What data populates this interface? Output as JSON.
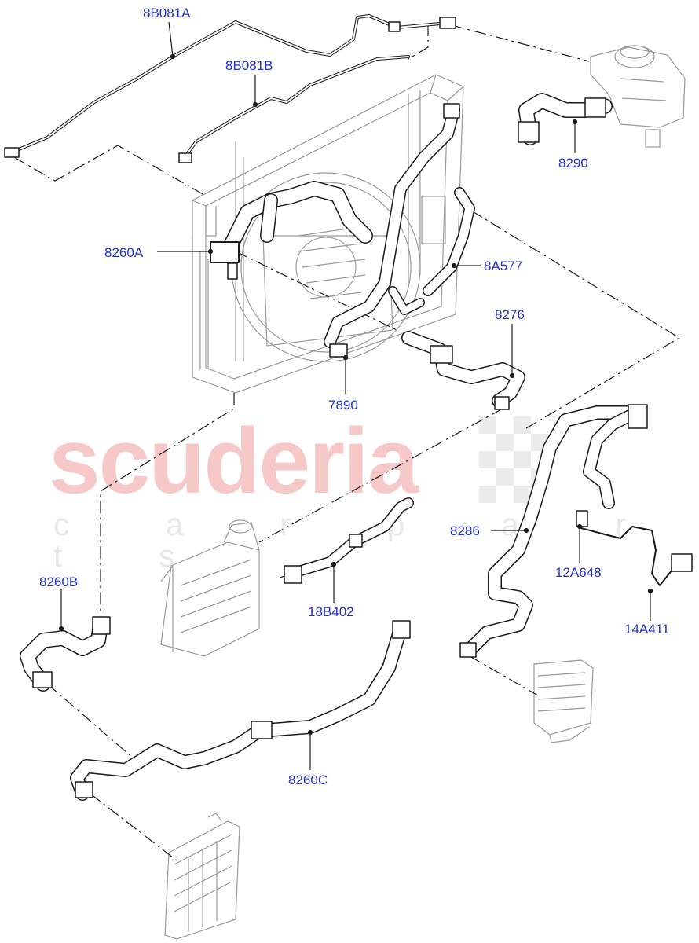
{
  "watermark": {
    "brand": "scuderia",
    "tagline": "c a r   p a r t s"
  },
  "callouts": {
    "c_8b081a": "8B081A",
    "c_8b081b": "8B081B",
    "c_8260a": "8260A",
    "c_8290": "8290",
    "c_8a577": "8A577",
    "c_8276": "8276",
    "c_7890": "7890",
    "c_8286": "8286",
    "c_12a648": "12A648",
    "c_14a411": "14A411",
    "c_18b402": "18B402",
    "c_8260b": "8260B",
    "c_8260c": "8260C"
  },
  "colors": {
    "callout_text": "#2233cc",
    "line_art": "#1a1a1a",
    "grey_component": "#9a9a9a",
    "watermark_red": "#f6c8c8",
    "watermark_grey": "#e8e8e8"
  }
}
